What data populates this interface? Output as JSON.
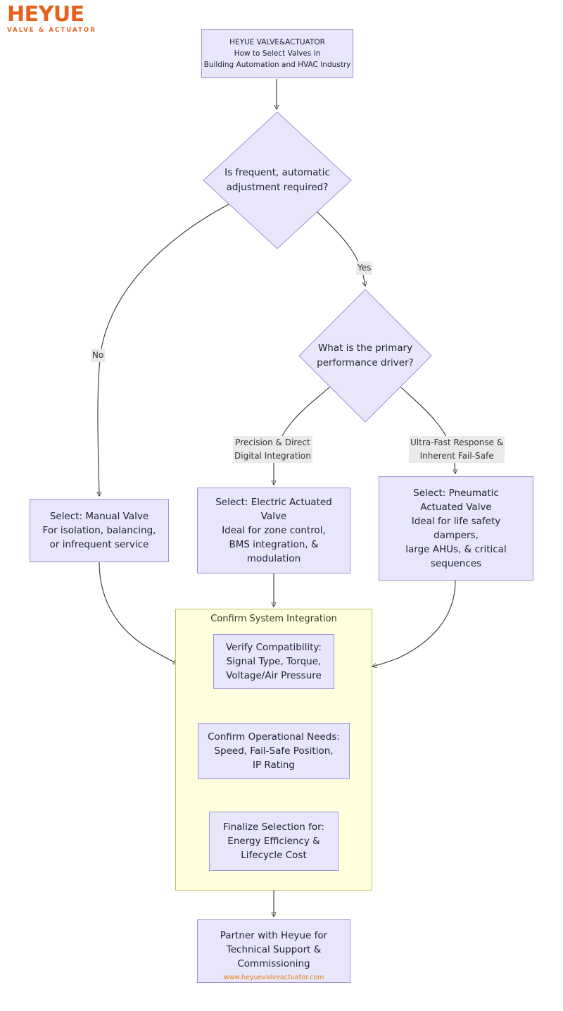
{
  "brand": {
    "logo_main": "HEYUE",
    "logo_sub": "VALVE & ACTUATOR",
    "logo_color": "#e8601c",
    "website": "www.heyuevalveactuator.com"
  },
  "theme": {
    "node_fill": "#e7e6fa",
    "node_border": "#9a93d4",
    "cluster_fill": "#ffffdd",
    "cluster_border": "#bfbf61",
    "edge_color": "#333333",
    "edge_label_bg": "#eaeaea"
  },
  "title_node": {
    "line1": "HEYUE VALVE&ACTUATOR",
    "line2": "How to Select Valves in",
    "line3": "Building Automation and HVAC Industry"
  },
  "decisions": [
    {
      "id": "d1",
      "line1": "Is frequent, automatic",
      "line2": "adjustment required?"
    },
    {
      "id": "d2",
      "line1": "What is the primary",
      "line2": "performance driver?"
    }
  ],
  "edge_labels": {
    "no": "No",
    "yes": "Yes",
    "precision_line1": "Precision & Direct",
    "precision_line2": "Digital Integration",
    "ultrafast_line1": "Ultra-Fast Response &",
    "ultrafast_line2": "Inherent Fail-Safe"
  },
  "outcomes": {
    "manual": {
      "line1": "Select: Manual Valve",
      "line2": "For isolation, balancing,",
      "line3": "or infrequent service"
    },
    "electric": {
      "line1": "Select: Electric Actuated",
      "line2": "Valve",
      "line3": "Ideal for zone control,",
      "line4": "BMS integration, &",
      "line5": "modulation"
    },
    "pneumatic": {
      "line1": "Select: Pneumatic",
      "line2": "Actuated Valve",
      "line3": "Ideal for life safety",
      "line4": "dampers,",
      "line5": "large AHUs, & critical",
      "line6": "sequences"
    }
  },
  "cluster": {
    "title": "Confirm System Integration",
    "verify": {
      "line1": "Verify Compatibility:",
      "line2": "Signal Type, Torque,",
      "line3": "Voltage/Air Pressure"
    },
    "confirm": {
      "line1": "Confirm Operational Needs:",
      "line2": "Speed, Fail-Safe Position,",
      "line3": "IP Rating"
    },
    "finalize": {
      "line1": "Finalize Selection for:",
      "line2": "Energy Efficiency &",
      "line3": "Lifecycle Cost"
    }
  },
  "final_node": {
    "line1": "Partner with Heyue for",
    "line2": "Technical Support &",
    "line3": "Commissioning",
    "url": "www.heyuevalveactuator.com"
  }
}
